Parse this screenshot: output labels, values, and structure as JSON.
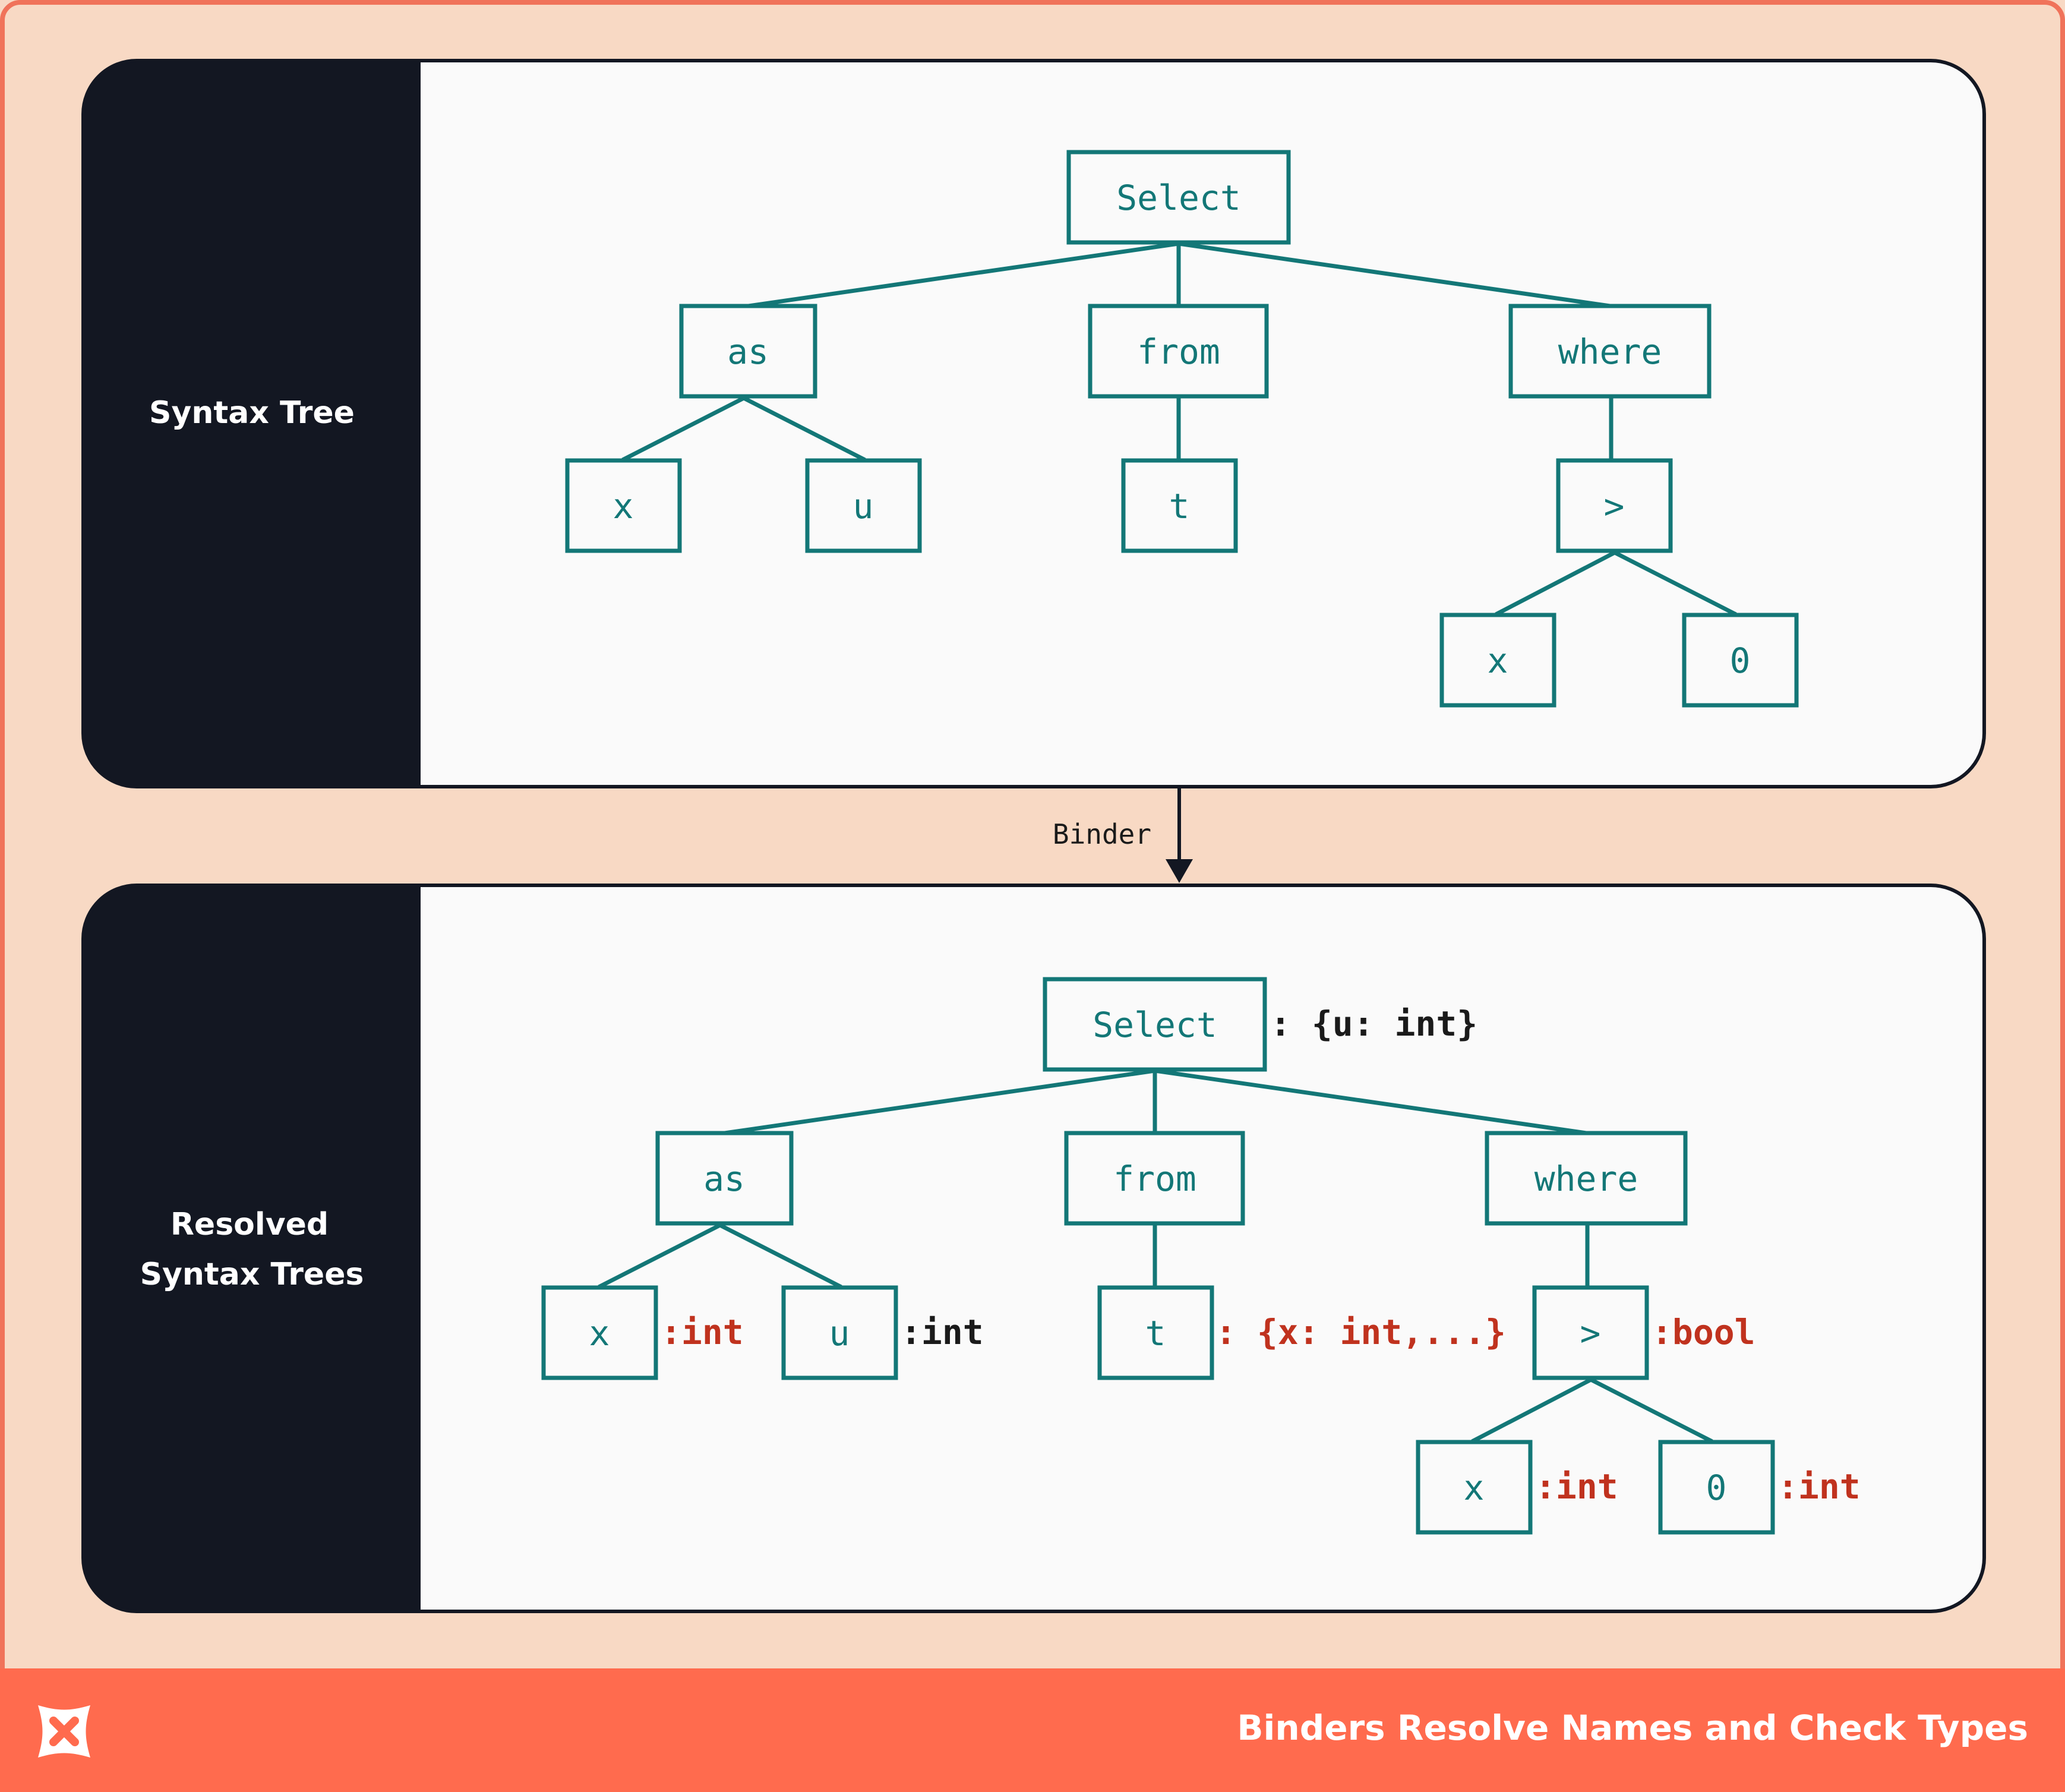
{
  "colors": {
    "frame_bg": "#F8D9C4",
    "frame_border": "#F0735A",
    "footer_bg": "#FF6B4E",
    "panel_bg": "#FAFAFA",
    "panel_label_bg": "#131722",
    "node_stroke": "#137777",
    "node_text": "#137777",
    "annotation_black": "#1A1A1A",
    "annotation_red": "#C0321E",
    "white": "#FFFFFF"
  },
  "panels": [
    {
      "label_lines": [
        "Syntax Tree"
      ]
    },
    {
      "label_lines": [
        "Resolved",
        "Syntax Trees"
      ]
    }
  ],
  "tree_top": {
    "select": "Select",
    "as": "as",
    "from": "from",
    "where": "where",
    "as_x": "x",
    "as_u": "u",
    "from_t": "t",
    "gt": ">",
    "gt_x": "x",
    "gt_0": "0"
  },
  "tree_bottom": {
    "select": "Select",
    "as": "as",
    "from": "from",
    "where": "where",
    "as_x": "x",
    "as_u": "u",
    "from_t": "t",
    "gt": ">",
    "gt_x": "x",
    "gt_0": "0"
  },
  "annotations": {
    "select_type": ": {u: int}",
    "as_x_type": ":int",
    "as_u_type": ":int",
    "from_t_type": ": {x: int,...}",
    "gt_type": ":bool",
    "gt_x_type": ":int",
    "gt_0_type": ":int"
  },
  "binder_label": "Binder",
  "footer": {
    "title": "Binders Resolve Names and Check Types",
    "logo_icon": "x-logo-icon"
  }
}
